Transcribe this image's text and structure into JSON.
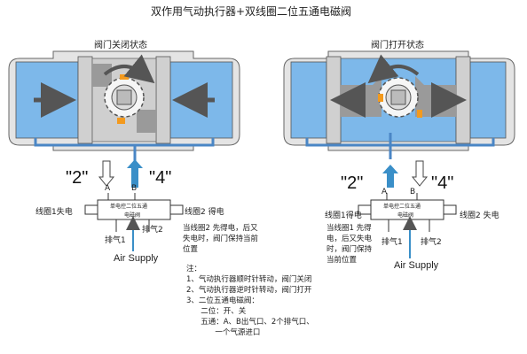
{
  "title": "双作用气动执行器+双线圈二位五通电磁阀",
  "left": {
    "state": "阀门关闭状态",
    "port_out": "\"2\"",
    "port_in": "\"4\"",
    "port_a": "A",
    "port_b": "B",
    "coil1": "线圈1失电",
    "coil2": "线圈2 得电",
    "valve_label_1": "单电控二位五通",
    "valve_label_2": "电磁阀",
    "exhaust1": "排气1",
    "exhaust2": "排气2",
    "desc": "当线圈2 先得电，后又\n失电时，阀门保持当前\n位置",
    "supply": "Air Supply"
  },
  "right": {
    "state": "阀门打开状态",
    "port_out": "\"2\"",
    "port_in": "\"4\"",
    "port_a": "A",
    "port_b": "B",
    "coil1": "线圈1得电",
    "coil2": "线圈2 失电",
    "valve_label_1": "单电控二位五通",
    "valve_label_2": "电磁阀",
    "exhaust1": "排气1",
    "exhaust2": "排气2",
    "desc": "当线圈1 先得\n电，后又失电\n时，阀门保持\n当前位置",
    "supply": "Air Supply"
  },
  "notes": "注：\n1、气动执行器顺时针转动，阀门关闭\n2、气动执行器逆时针转动，阀门打开\n3、二位五通电磁阀：\n      二位：开、关\n      五通：A、B出气口、2个排气口、\n            一个气源进口",
  "colors": {
    "piston_blue": "#7db8ea",
    "pipe_blue": "#4a86c5",
    "arrow_grey": "#555555",
    "body_grey": "#b9b9b9",
    "gear_orange": "#f39a1e",
    "supply_arrow": "#3a8fc8"
  }
}
